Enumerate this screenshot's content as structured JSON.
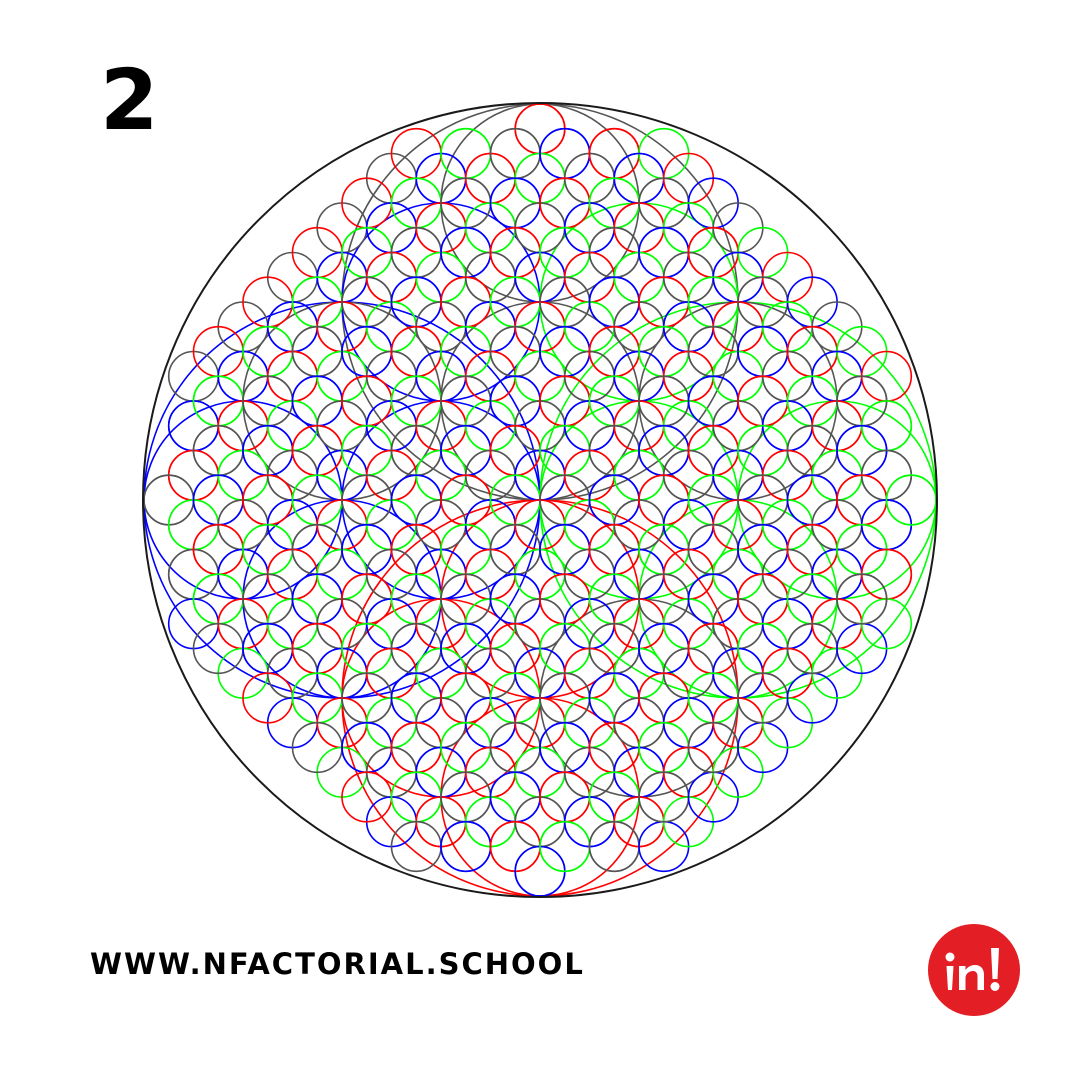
{
  "slide": {
    "number": "2"
  },
  "artwork": {
    "icon": "circle-pattern-artwork",
    "colors": {
      "outline": "#1a1a1a",
      "blue": "#0000ff",
      "red": "#ff0000",
      "green": "#00ff00",
      "gray": "#555555"
    }
  },
  "footer": {
    "website": "WWW.NFACTORIAL.SCHOOL"
  },
  "logo": {
    "icon": "nfactorial-logo-icon",
    "brand_color": "#e31e24",
    "text_color": "#ffffff"
  }
}
